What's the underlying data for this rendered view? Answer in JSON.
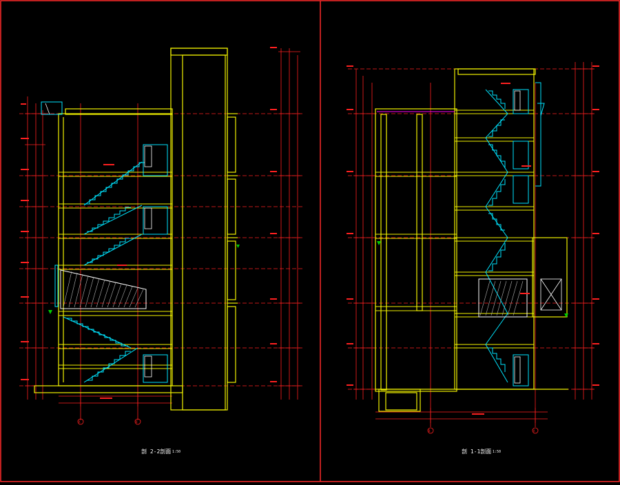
{
  "sheet": {
    "background": "#000000",
    "frame_color": "#ff2a2a"
  },
  "colors": {
    "grid_red": "#ff2020",
    "wall_yellow": "#f2f200",
    "stair_cyan": "#00e5ff",
    "cut_white": "#ffffff",
    "hatch_grey": "#b0b0b0",
    "dim_green": "#00d000",
    "mag": "#ff00ff"
  },
  "left_section": {
    "title": "剖 2-2剖面",
    "scale": "1:50"
  },
  "right_section": {
    "title": "剖 1-1剖面",
    "scale": "1:50"
  }
}
